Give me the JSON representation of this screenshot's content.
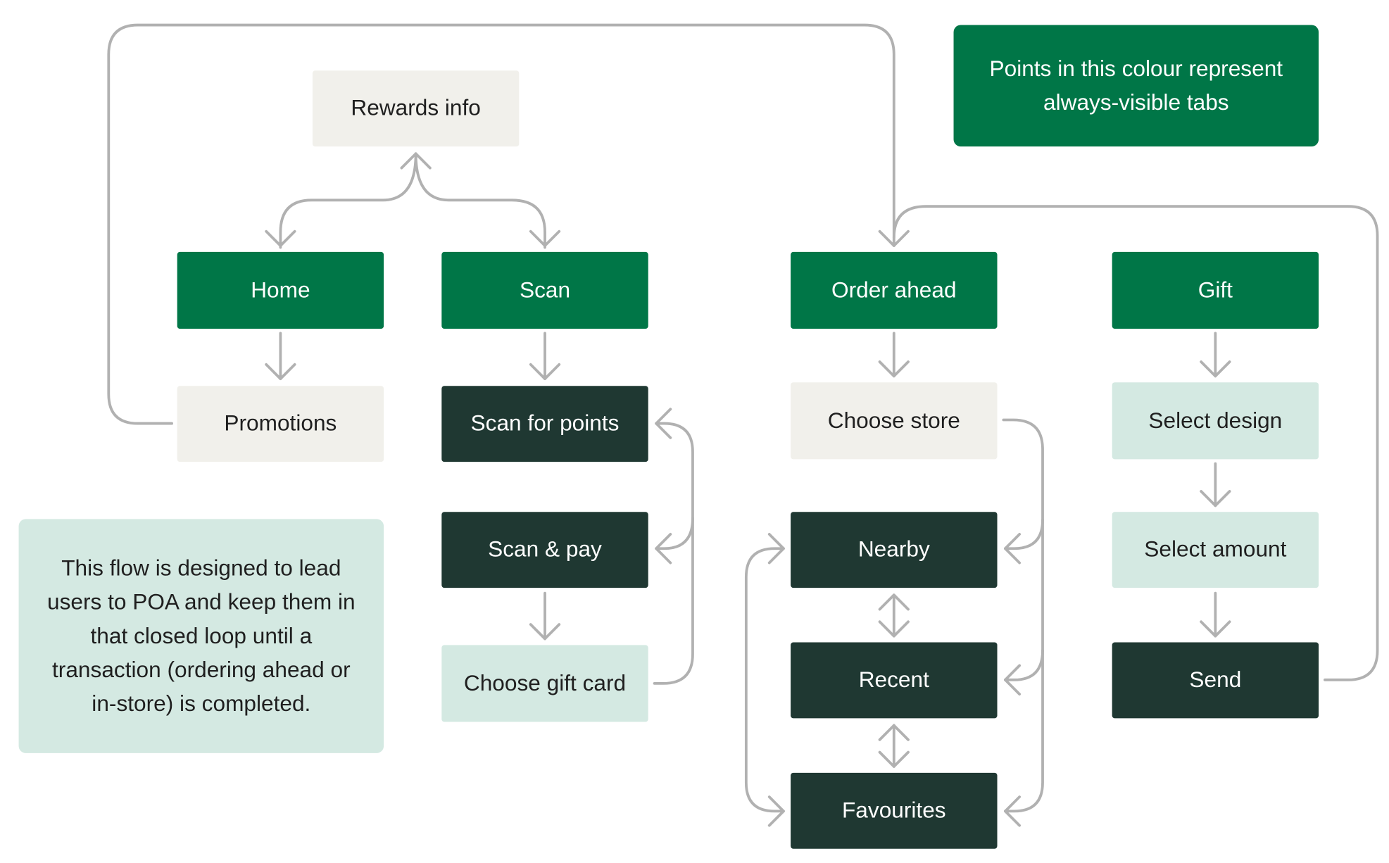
{
  "legend_note": "Points in this colour represent always-visible tabs",
  "flow_note": "This flow is designed to lead users to POA and keep them in that closed loop until a transaction (ordering ahead or in-store) is completed.",
  "colors": {
    "tab": "#007647",
    "screen_dark": "#1f3832",
    "screen_light": "#f1f0eb",
    "screen_mint": "#d4e9e2",
    "connector": "#b1b1b1"
  },
  "nodes": {
    "rewards_info": "Rewards info",
    "home": "Home",
    "scan": "Scan",
    "order_ahead": "Order ahead",
    "gift": "Gift",
    "promotions": "Promotions",
    "scan_for_points": "Scan for points",
    "scan_and_pay": "Scan & pay",
    "choose_gift_card": "Choose gift card",
    "choose_store": "Choose store",
    "nearby": "Nearby",
    "recent": "Recent",
    "favourites": "Favourites",
    "select_design": "Select design",
    "select_amount": "Select amount",
    "send": "Send"
  }
}
